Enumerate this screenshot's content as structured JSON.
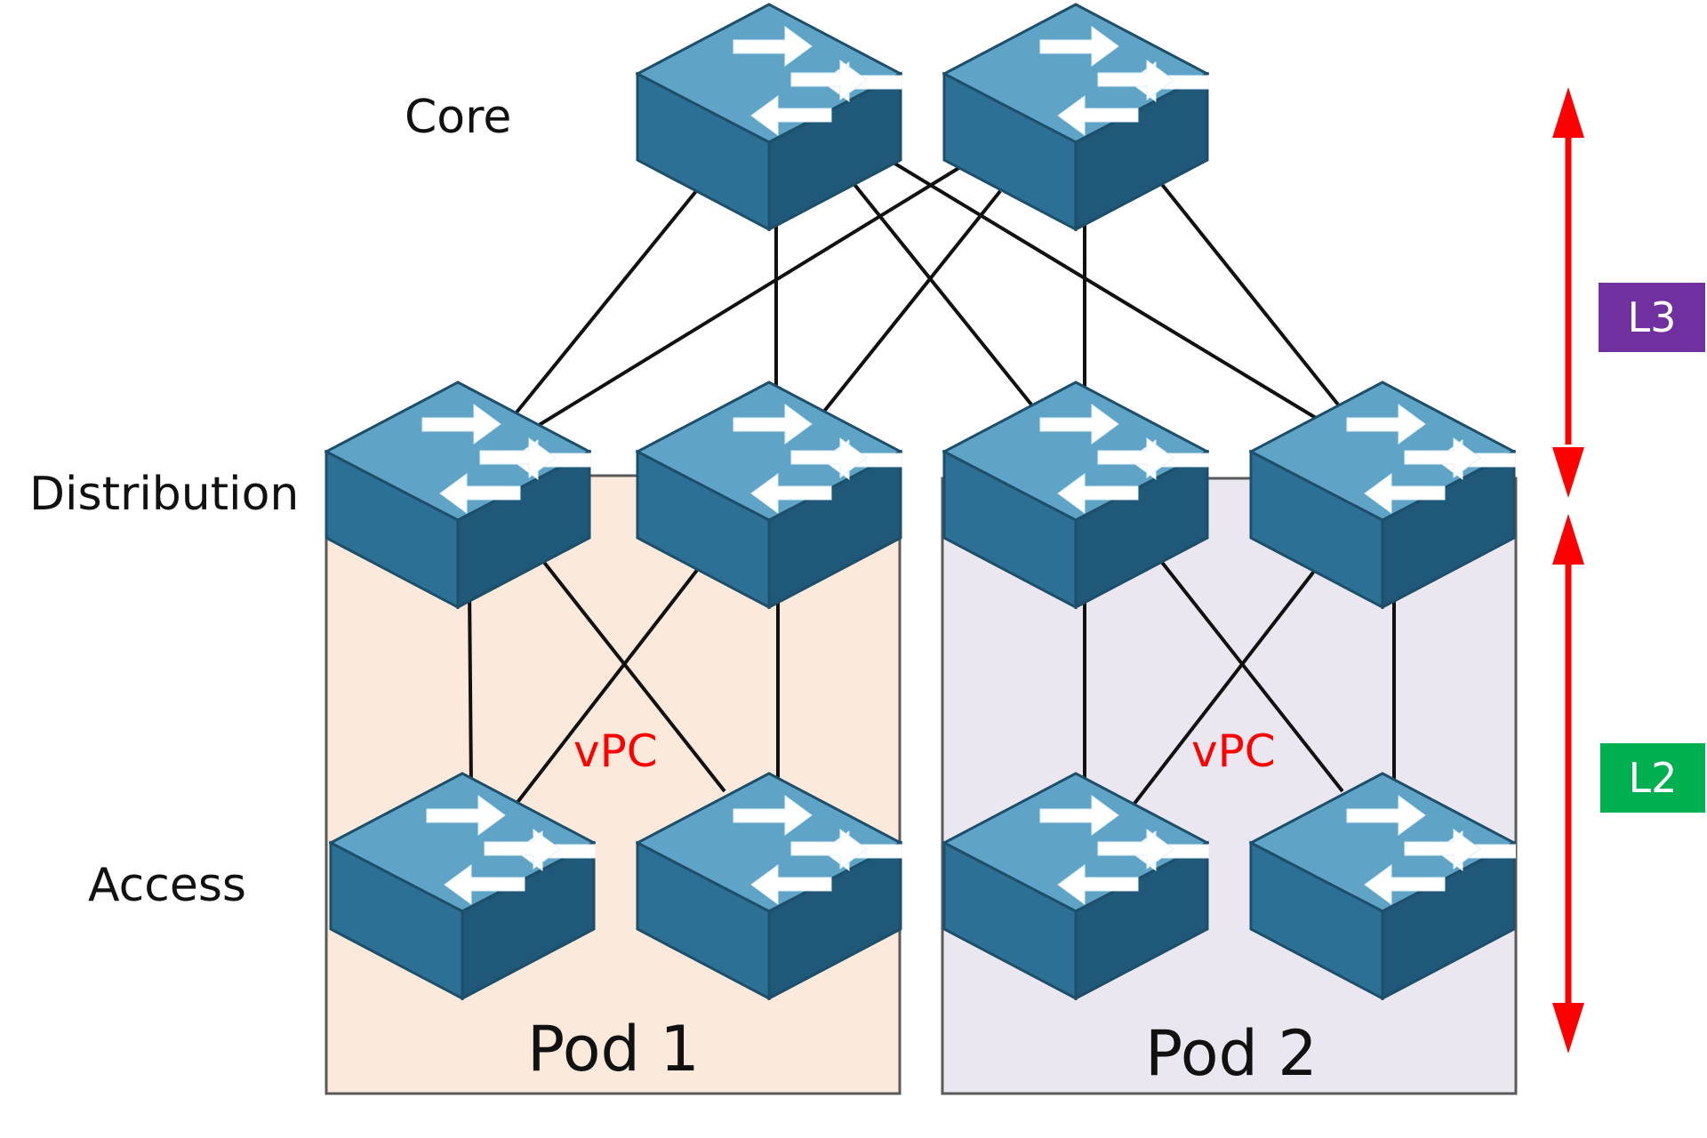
{
  "labels": {
    "core": "Core",
    "distribution": "Distribution",
    "access": "Access"
  },
  "pods": [
    {
      "name": "Pod 1",
      "fill": "#fbe9dc",
      "vpc": "vPC"
    },
    {
      "name": "Pod 2",
      "fill": "#ebe7f1",
      "vpc": "vPC"
    }
  ],
  "layers": {
    "l3": {
      "label": "L3",
      "color": "#7030a0"
    },
    "l2": {
      "label": "L2",
      "color": "#00b050"
    }
  },
  "colors": {
    "arrow": "#ff0000",
    "vpc_text": "#ff0000",
    "switch_top": "#5fa4c6",
    "switch_left": "#2d7096",
    "switch_right": "#1f5878",
    "link": "#111111"
  },
  "switch_icon": "network-switch-icon"
}
